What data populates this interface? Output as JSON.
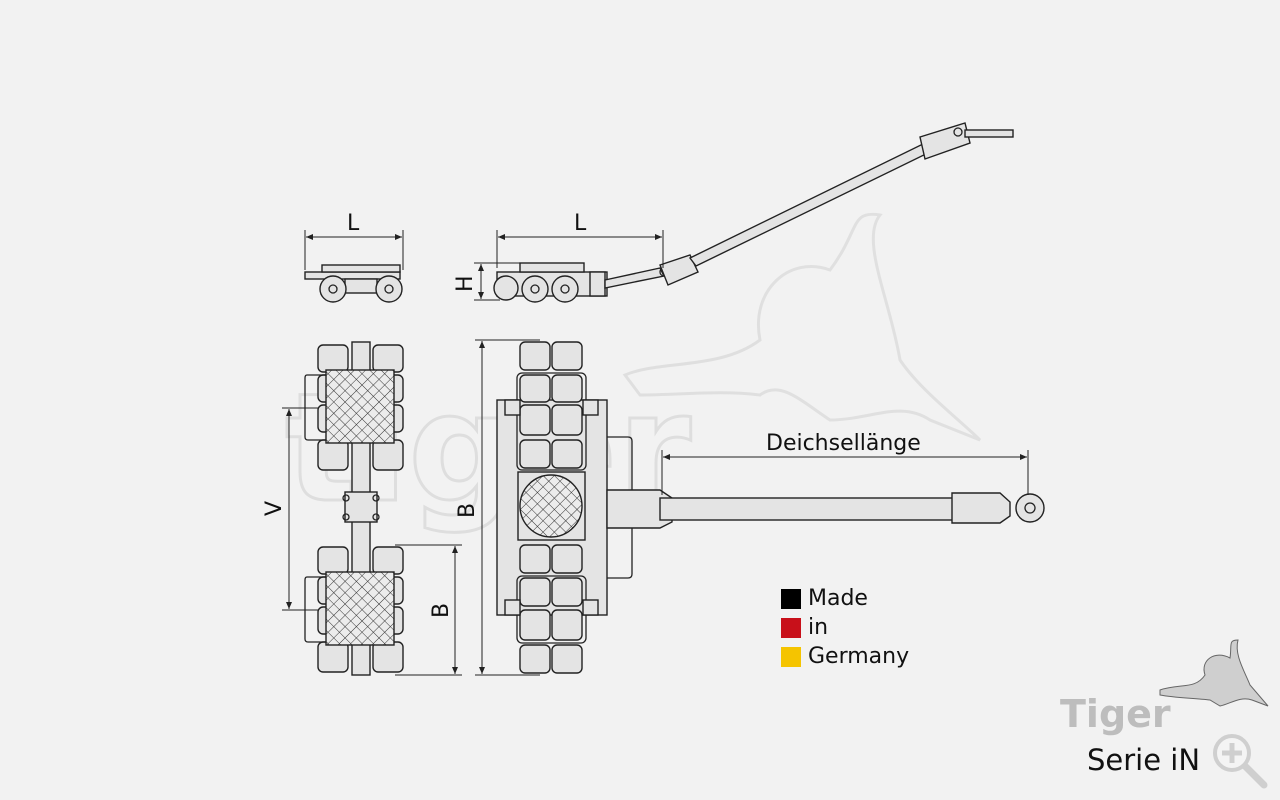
{
  "dimensions": {
    "side_length_left": "L",
    "side_length_right": "L",
    "height": "H",
    "center_distance": "V",
    "width_small": "B",
    "width_large": "B",
    "drawbar_length": "Deichsellänge"
  },
  "legend": {
    "items": [
      {
        "label": "Made",
        "color": "#000000"
      },
      {
        "label": "in",
        "color": "#c8101a"
      },
      {
        "label": "Germany",
        "color": "#f5c400"
      }
    ]
  },
  "branding": {
    "logo_text": "Tiger",
    "watermark_text": "tiger",
    "series": "Serie iN",
    "zoom_icon": "zoom-in-icon"
  }
}
